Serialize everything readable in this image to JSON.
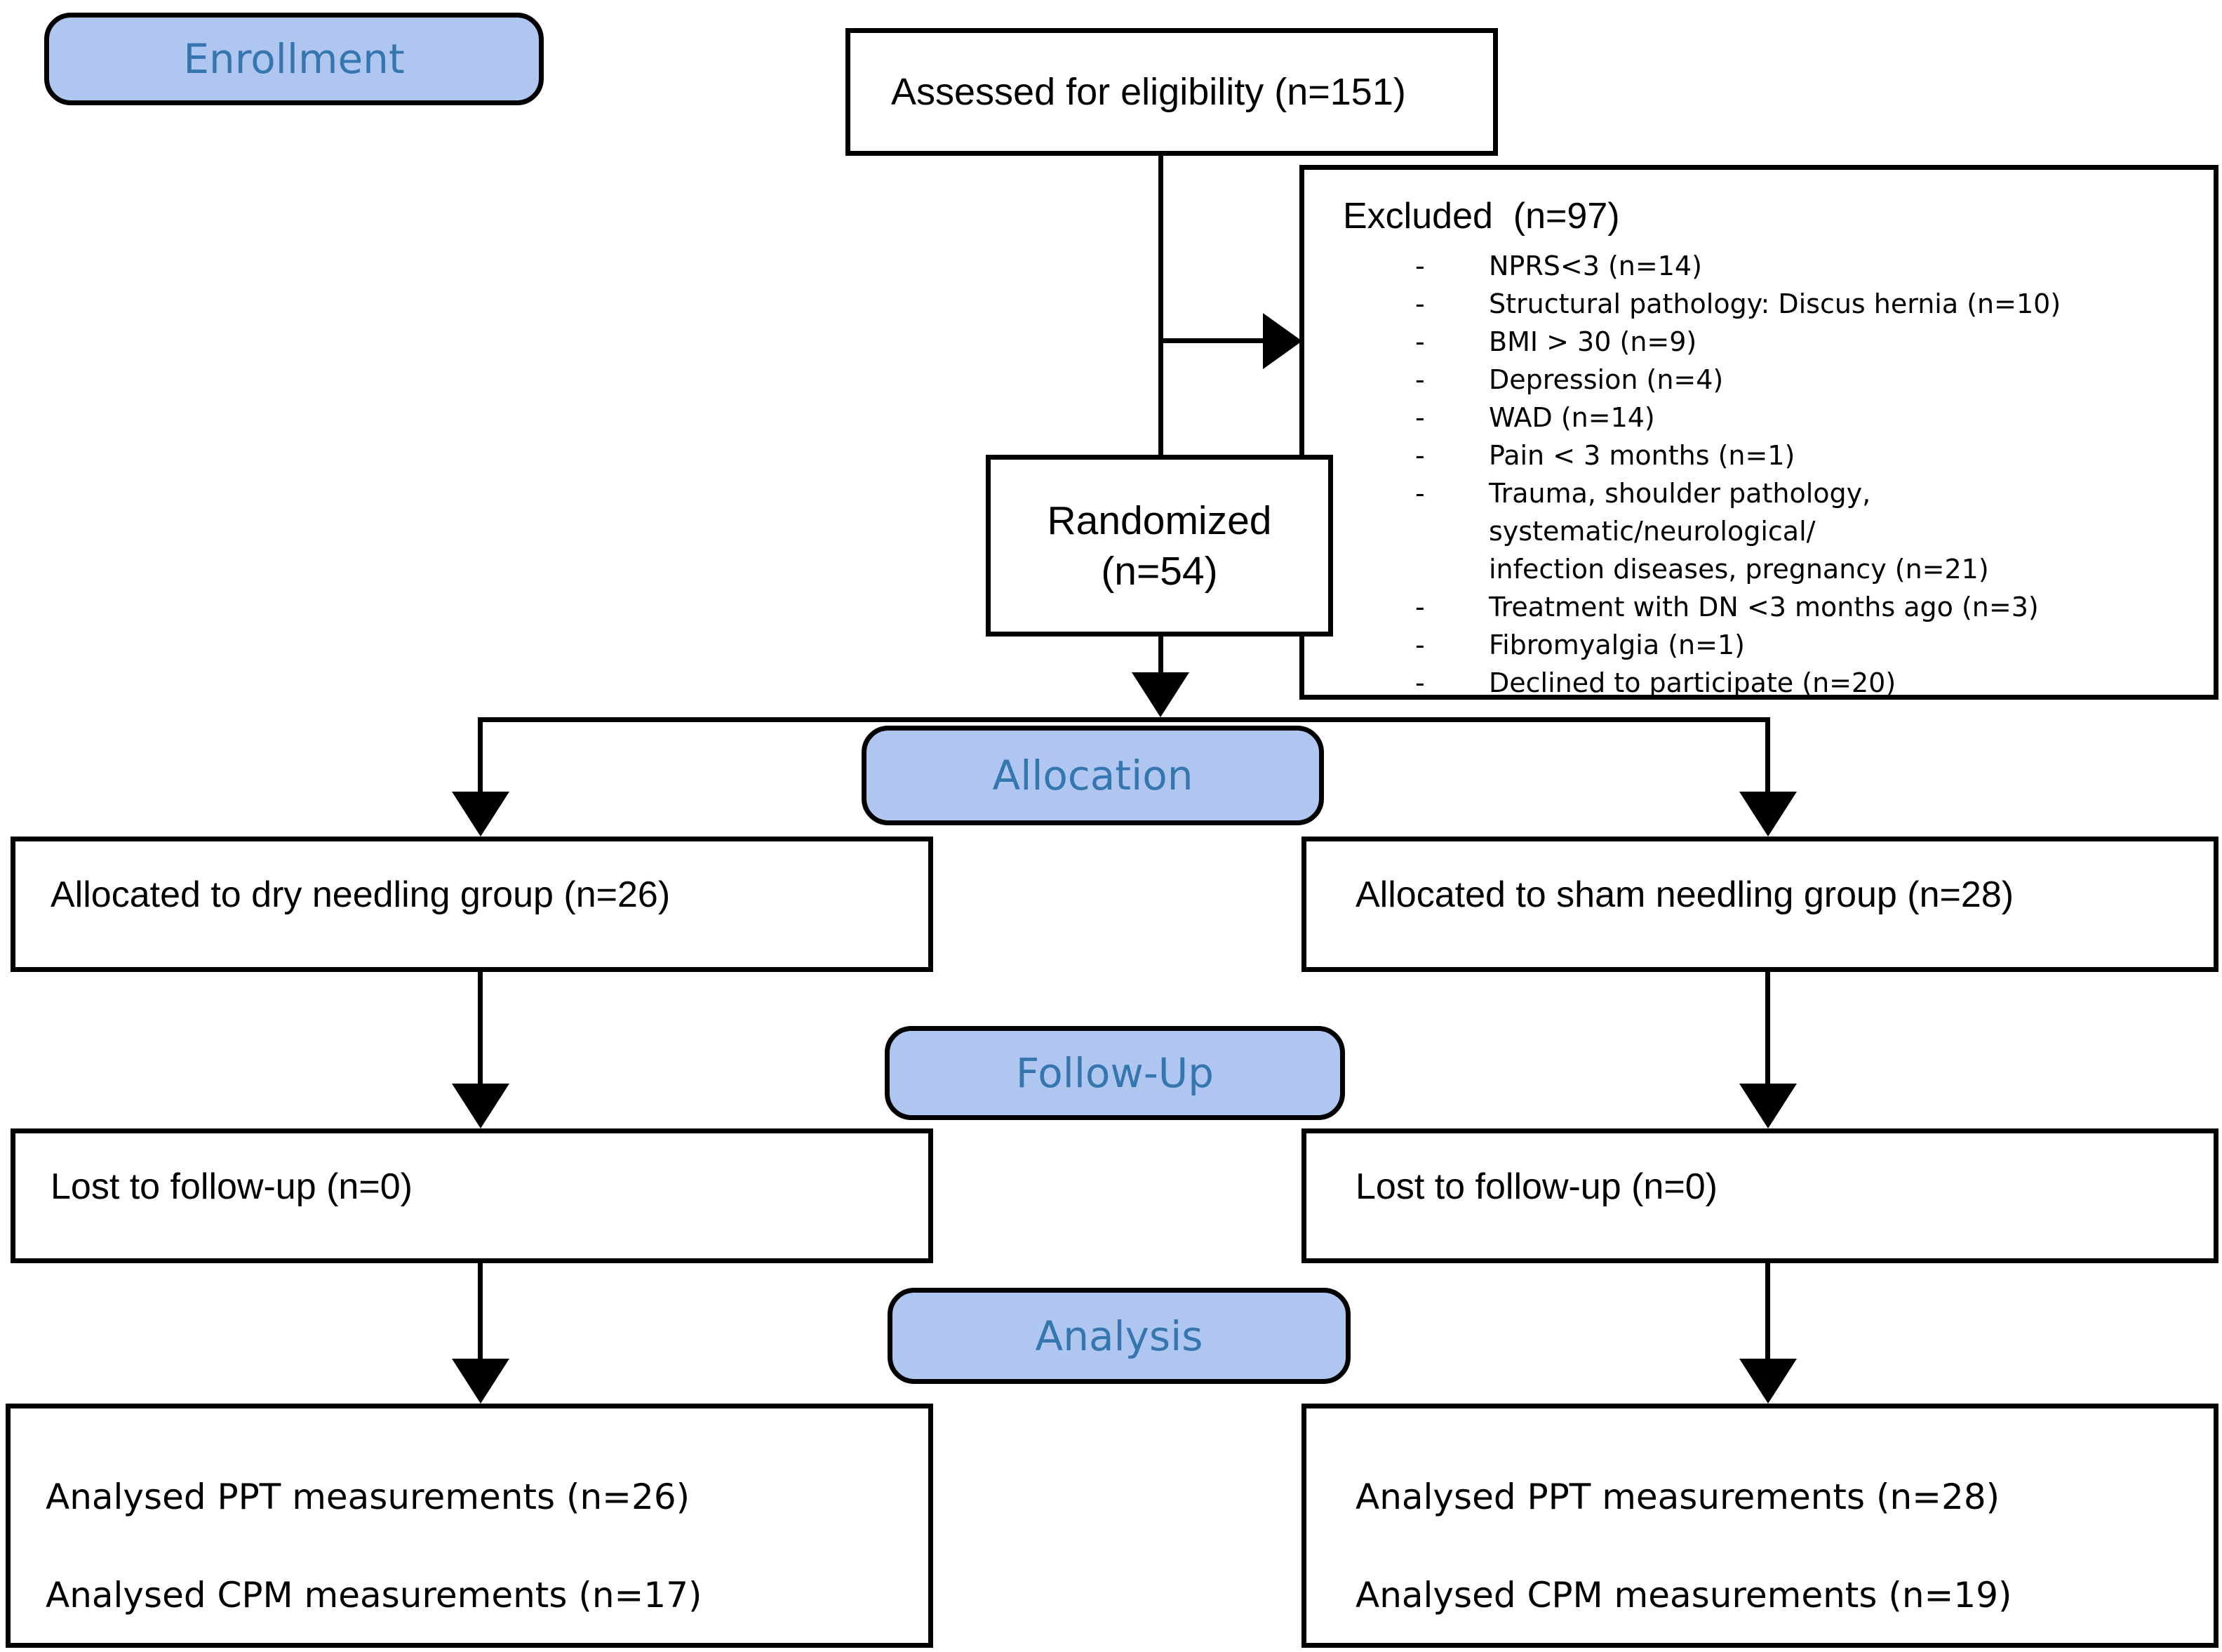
{
  "colors": {
    "label_fill": "#aec6f0",
    "label_text": "#3576ae",
    "box_border": "#000000",
    "text": "#000000",
    "background": "#ffffff"
  },
  "stages": {
    "enrollment": "Enrollment",
    "allocation": "Allocation",
    "followup": "Follow-Up",
    "analysis": "Analysis"
  },
  "assessed": {
    "text": "Assessed for eligibility (n=151)"
  },
  "excluded": {
    "header": "Excluded  (n=97)",
    "bullet": "-",
    "items": [
      "NPRS<3 (n=14)",
      "Structural pathology: Discus hernia (n=10)",
      "BMI > 30 (n=9)",
      "Depression (n=4)",
      "WAD (n=14)",
      "Pain < 3 months (n=1)",
      "Trauma, shoulder pathology, systematic/neurological/\ninfection diseases, pregnancy (n=21)",
      "Treatment with DN <3 months ago (n=3)",
      "Fibromyalgia (n=1)",
      "Declined to participate (n=20)"
    ]
  },
  "randomized": {
    "line1": "Randomized",
    "line2": "(n=54)"
  },
  "allocated": {
    "left": "Allocated to dry needling group (n=26)",
    "right": "Allocated to sham needling group (n=28)"
  },
  "lost": {
    "left": "Lost to follow-up (n=0)",
    "right": "Lost to follow-up (n=0)"
  },
  "analysed": {
    "left_line1": "Analysed PPT measurements (n=26)",
    "left_line2": "Analysed CPM measurements (n=17)",
    "right_line1": "Analysed PPT measurements (n=28)",
    "right_line2": "Analysed CPM measurements (n=19)"
  }
}
